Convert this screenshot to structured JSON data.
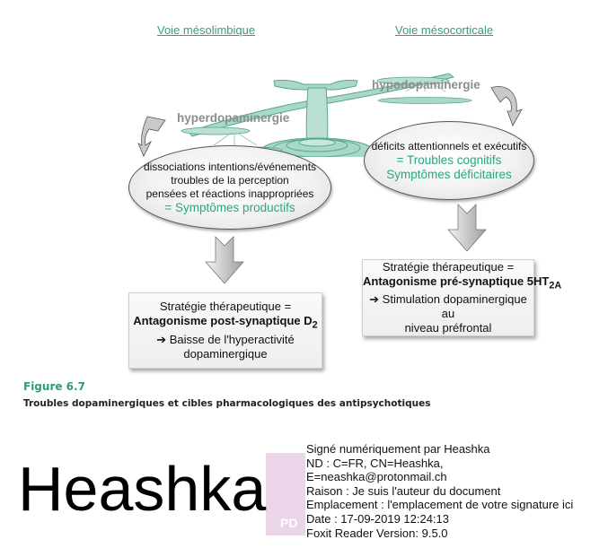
{
  "diagram": {
    "pathways": {
      "left": "Voie mésolimbique",
      "right": "Voie mésocorticale"
    },
    "scale": {
      "left_label": "hyperdopaminergie",
      "right_label": "hypodopaminergie"
    },
    "left_ellipse": {
      "lines": [
        "dissociations intentions/événements",
        "troubles de la perception",
        "pensées et réactions inappropriées"
      ],
      "highlight": "= Symptômes productifs"
    },
    "right_ellipse": {
      "lines": [
        "déficits attentionnels et exécutifs"
      ],
      "highlight_lines": [
        "= Troubles cognitifs",
        "Symptômes déficitaires"
      ]
    },
    "left_box": {
      "line1": "Stratégie thérapeutique =",
      "line2": "Antagonisme post-synaptique D",
      "line2_sub": "2",
      "line3": "➔ Baisse de l'hyperactivité",
      "line4": "dopaminergique"
    },
    "right_box": {
      "line1": "Stratégie thérapeutique =",
      "line2": "Antagonisme pré-synaptique 5HT",
      "line2_sub": "2A",
      "line3": "➔ Stimulation dopaminergique au",
      "line4": "niveau préfrontal"
    },
    "colors": {
      "accent_green": "#2aa585",
      "scale_green": "#9fd2c0",
      "arrow_gray": "#c8c8c8"
    }
  },
  "figure": {
    "number": "Figure 6.7",
    "caption": "Troubles dopaminergiques et cibles pharmacologiques des antipsychotiques"
  },
  "signature": {
    "name": "Heashka",
    "details": [
      "Signé numériquement par Heashka",
      "ND : C=FR, CN=Heashka,",
      "E=neashka@protonmail.ch",
      "Raison : Je suis l'auteur du document",
      "Emplacement : l'emplacement de votre signature ici",
      "Date : 17-09-2019 12:24:13",
      "Foxit Reader Version: 9.5.0"
    ],
    "logo_text": "PD"
  }
}
